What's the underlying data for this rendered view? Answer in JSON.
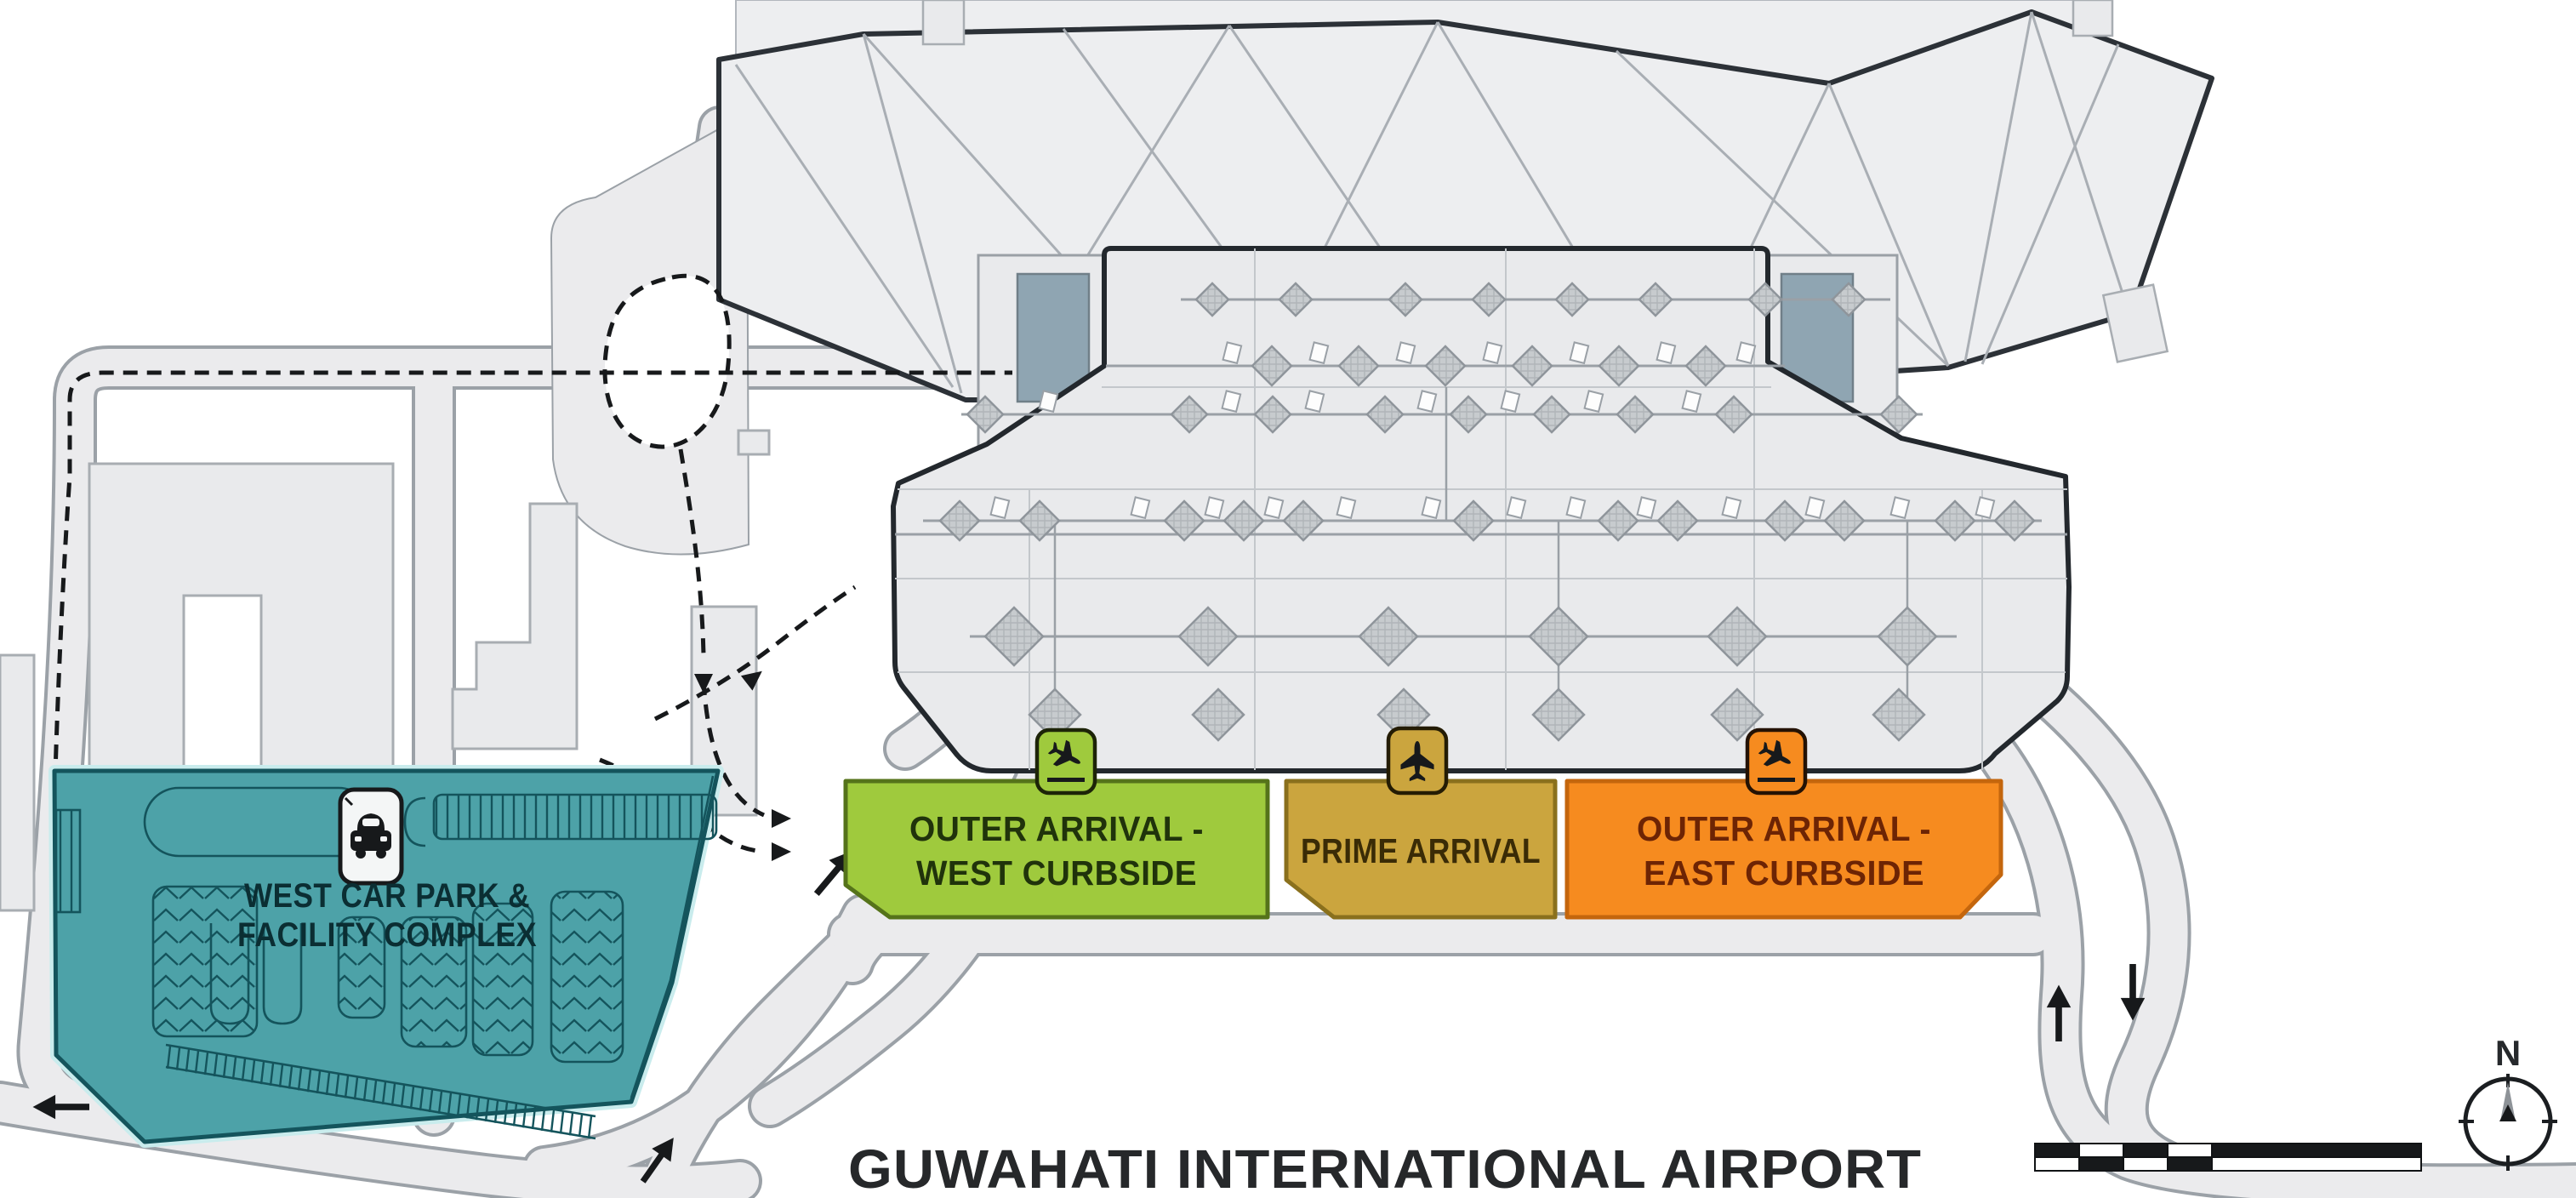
{
  "map": {
    "title": "GUWAHATI INTERNATIONAL AIRPORT",
    "compass_label": "N",
    "car_park": {
      "line1": "WEST CAR PARK &",
      "line2": "FACILITY COMPLEX",
      "fill": "#4da2a8",
      "border": "#14545c",
      "text_color": "#0b2e33",
      "icon": "car-icon"
    },
    "zones": [
      {
        "id": "outer-arrival-west",
        "line1": "OUTER ARRIVAL -",
        "line2": "WEST CURBSIDE",
        "fill": "#9fca3d",
        "border": "#55731a",
        "text_color": "#20330b",
        "icon": "plane-landing-icon"
      },
      {
        "id": "prime-arrival",
        "line1": "PRIME ARRIVAL",
        "line2": "",
        "fill": "#cba53e",
        "border": "#8a701d",
        "text_color": "#3a2b06",
        "icon": "plane-icon"
      },
      {
        "id": "outer-arrival-east",
        "line1": "OUTER ARRIVAL -",
        "line2": "EAST CURBSIDE",
        "fill": "#f68b1f",
        "border": "#c4660d",
        "text_color": "#6d2404",
        "icon": "plane-landing-icon"
      }
    ],
    "colors": {
      "road_fill": "#ebebed",
      "road_casing": "#9ba1a7",
      "building_fill": "#e9eaec",
      "terminal_outline": "#23282d",
      "roof_fill": "#edeef0",
      "window": "#8fa5b2",
      "route_dash": "#17191b"
    }
  }
}
